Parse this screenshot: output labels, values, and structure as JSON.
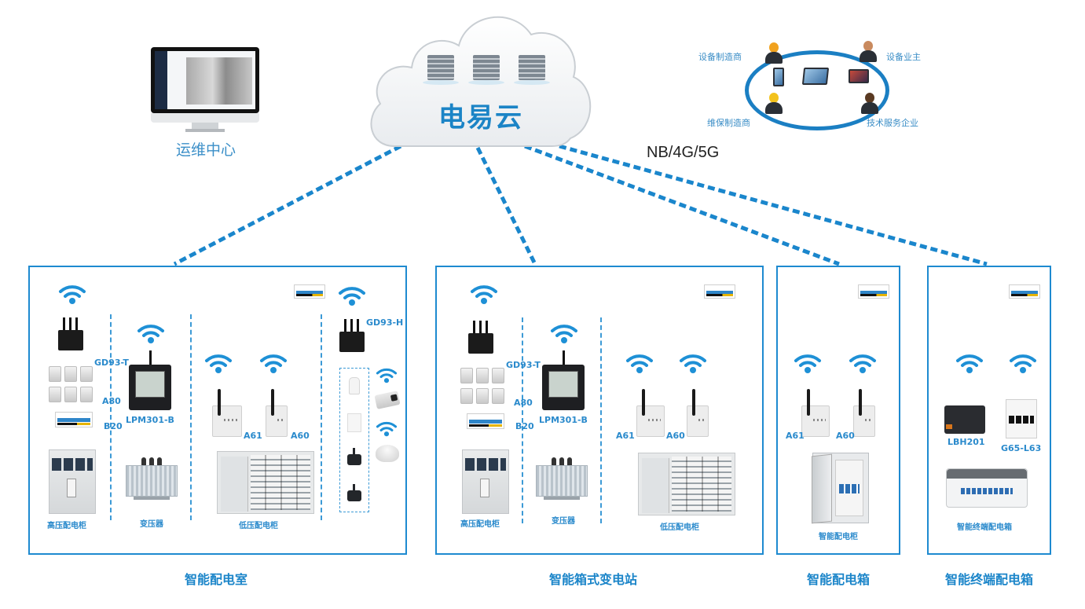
{
  "cloud": {
    "title": "电易云",
    "server_count": 3
  },
  "ops_center": {
    "label": "运维中心",
    "icon": "monitor-icon"
  },
  "stakeholders": {
    "top_left": "设备制造商",
    "top_right": "设备业主",
    "bottom_left": "维保制造商",
    "bottom_right": "技术服务企业",
    "devices": [
      "phone-icon",
      "tablet-icon",
      "laptop-icon"
    ]
  },
  "network_label": "NB/4G/5G",
  "colors": {
    "accent": "#1e8ad0",
    "title": "#1b85c9",
    "link": "#1a86cc",
    "ring": "#1b7fc3"
  },
  "panels": [
    {
      "title": "智能配电室",
      "labels": {
        "gateway": "GD93-T",
        "sensor": "A80",
        "meter": "B20",
        "power_meter": "LPM301-B",
        "module_a": "A61",
        "module_b": "A60",
        "env_gateway": "GD93-H"
      },
      "captions": {
        "hv": "高压配电柜",
        "transformer": "变压器",
        "lv": "低压配电柜"
      }
    },
    {
      "title": "智能箱式变电站",
      "labels": {
        "gateway": "GD93-T",
        "sensor": "A80",
        "meter": "B20",
        "power_meter": "LPM301-B",
        "module_a": "A61",
        "module_b": "A60"
      },
      "captions": {
        "hv": "高压配电柜",
        "transformer": "变压器",
        "lv": "低压配电柜"
      }
    },
    {
      "title": "智能配电箱",
      "labels": {
        "module_a": "A61",
        "module_b": "A60"
      },
      "captions": {
        "cabinet": "智能配电柜"
      }
    },
    {
      "title": "智能终端配电箱",
      "labels": {
        "controller": "LBH201",
        "breaker": "G65-L63"
      },
      "captions": {
        "box": "智能终端配电箱"
      }
    }
  ]
}
